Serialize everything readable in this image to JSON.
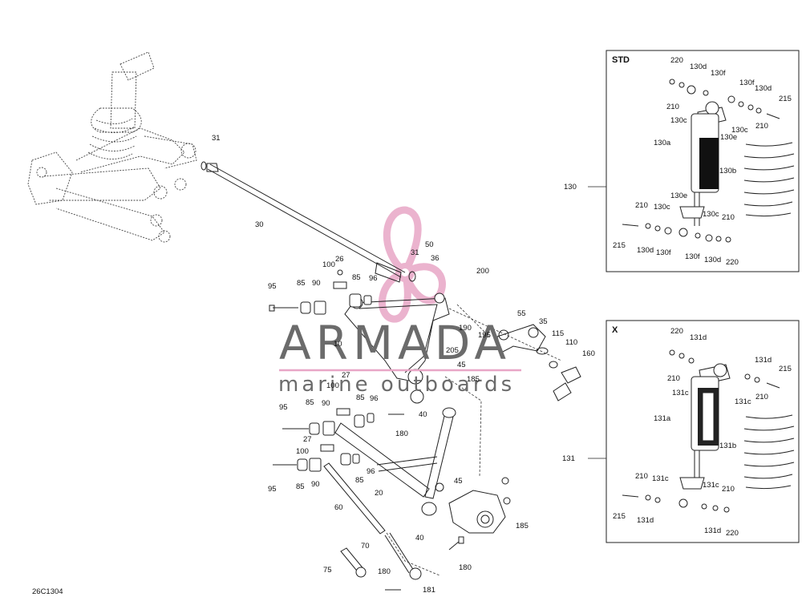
{
  "diagram": {
    "code": "26C1304",
    "main_labels": [
      "31",
      "30",
      "31",
      "50",
      "36",
      "200",
      "26",
      "100",
      "95",
      "85",
      "90",
      "85",
      "96",
      "10",
      "55",
      "35",
      "190",
      "195",
      "205",
      "115",
      "110",
      "160",
      "185",
      "45",
      "27",
      "100",
      "85",
      "96",
      "95",
      "85",
      "90",
      "40",
      "180",
      "27",
      "100",
      "96",
      "95",
      "85",
      "90",
      "85",
      "60",
      "20",
      "45",
      "185",
      "40",
      "70",
      "75",
      "180",
      "181",
      "180"
    ],
    "std_box": {
      "title": "STD",
      "ref": "130",
      "labels": [
        "220",
        "130d",
        "130f",
        "130f",
        "130d",
        "215",
        "210",
        "130c",
        "130c",
        "210",
        "130e",
        "130a",
        "130b",
        "130e",
        "210",
        "130c",
        "130c",
        "210",
        "215",
        "130d",
        "130f",
        "130f",
        "130d",
        "220"
      ]
    },
    "x_box": {
      "title": "X",
      "ref": "131",
      "labels": [
        "220",
        "131d",
        "131d",
        "215",
        "210",
        "131c",
        "131c",
        "210",
        "131a",
        "131b",
        "210",
        "131c",
        "131c",
        "210",
        "215",
        "131d",
        "131d",
        "220"
      ]
    }
  },
  "watermark": {
    "brand": "ARMADA",
    "tagline": "marine outboards",
    "color": "#e8a6c6"
  }
}
